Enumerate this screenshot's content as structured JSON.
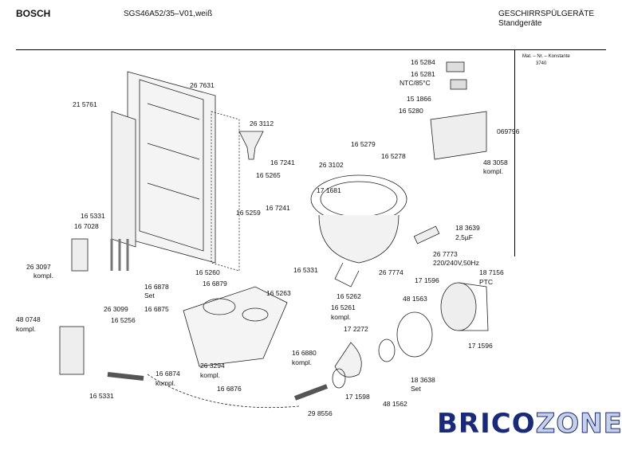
{
  "header": {
    "brand": "BOSCH",
    "model": "SGS46A52/35–V01,weiß",
    "category": "GESCHIRRSPÜLGERÄTE",
    "subcategory": "Standgeräte",
    "side_note": "Mat. – Nr. – Konstante",
    "side_code": "3740"
  },
  "parts": [
    {
      "id": "p01",
      "label": "16 5284"
    },
    {
      "id": "p02",
      "label": "16 5281"
    },
    {
      "id": "p03",
      "label": "NTC/85°C"
    },
    {
      "id": "p04",
      "label": "15 1866"
    },
    {
      "id": "p05",
      "label": "16 5280"
    },
    {
      "id": "p06",
      "label": "069796"
    },
    {
      "id": "p07",
      "label": "16 5279"
    },
    {
      "id": "p08",
      "label": "16 5278"
    },
    {
      "id": "p09",
      "label": "48 3058"
    },
    {
      "id": "p10",
      "label": "kompl."
    },
    {
      "id": "p11",
      "label": "26 7631"
    },
    {
      "id": "p12",
      "label": "21 5761"
    },
    {
      "id": "p13",
      "label": "26 3112"
    },
    {
      "id": "p14",
      "label": "16 7241"
    },
    {
      "id": "p15",
      "label": "16 5265"
    },
    {
      "id": "p16",
      "label": "26 3102"
    },
    {
      "id": "p17",
      "label": "17 1681"
    },
    {
      "id": "p18",
      "label": "16 5331"
    },
    {
      "id": "p19",
      "label": "16 7028"
    },
    {
      "id": "p20",
      "label": "16 5259"
    },
    {
      "id": "p21",
      "label": "16 7241"
    },
    {
      "id": "p22",
      "label": "18 3639"
    },
    {
      "id": "p23",
      "label": "2,5µF"
    },
    {
      "id": "p24",
      "label": "26 7773"
    },
    {
      "id": "p25",
      "label": "220/240V,50Hz"
    },
    {
      "id": "p26",
      "label": "26 3097"
    },
    {
      "id": "p27",
      "label": "kompl."
    },
    {
      "id": "p28",
      "label": "16 5260"
    },
    {
      "id": "p29",
      "label": "16 6879"
    },
    {
      "id": "p30",
      "label": "16 5331"
    },
    {
      "id": "p31",
      "label": "26 7774"
    },
    {
      "id": "p32",
      "label": "17 1596"
    },
    {
      "id": "p33",
      "label": "18 7156"
    },
    {
      "id": "p34",
      "label": "PTC"
    },
    {
      "id": "p35",
      "label": "16 6878"
    },
    {
      "id": "p36",
      "label": "Set"
    },
    {
      "id": "p37",
      "label": "16 5263"
    },
    {
      "id": "p38",
      "label": "16 5262"
    },
    {
      "id": "p39",
      "label": "48 1563"
    },
    {
      "id": "p40",
      "label": "26 3099"
    },
    {
      "id": "p41",
      "label": "16 6875"
    },
    {
      "id": "p42",
      "label": "16 5261"
    },
    {
      "id": "p43",
      "label": "kompl."
    },
    {
      "id": "p44",
      "label": "48 0748"
    },
    {
      "id": "p45",
      "label": "kompl."
    },
    {
      "id": "p46",
      "label": "16 5256"
    },
    {
      "id": "p47",
      "label": "17 2272"
    },
    {
      "id": "p48",
      "label": "17 1596"
    },
    {
      "id": "p49",
      "label": "16 6880"
    },
    {
      "id": "p50",
      "label": "kompl."
    },
    {
      "id": "p51",
      "label": "26 3294"
    },
    {
      "id": "p52",
      "label": "kompl."
    },
    {
      "id": "p53",
      "label": "16 6874"
    },
    {
      "id": "p54",
      "label": "kompl."
    },
    {
      "id": "p55",
      "label": "18 3638"
    },
    {
      "id": "p56",
      "label": "Set"
    },
    {
      "id": "p57",
      "label": "16 6876"
    },
    {
      "id": "p58",
      "label": "17 1598"
    },
    {
      "id": "p59",
      "label": "48 1562"
    },
    {
      "id": "p60",
      "label": "16 5331"
    },
    {
      "id": "p61",
      "label": "29 8556"
    }
  ],
  "watermark": {
    "part1": "BRICO",
    "part2": "ZONE"
  }
}
